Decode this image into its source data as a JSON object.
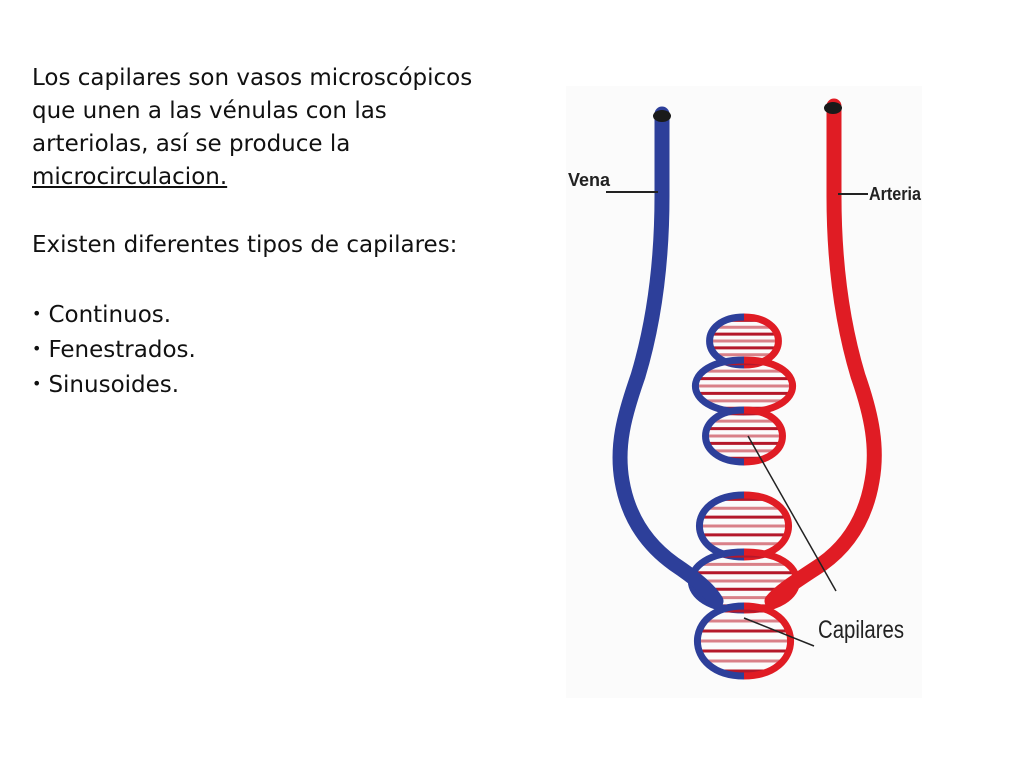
{
  "slide": {
    "intro_lines": [
      "Los capilares son vasos microscópicos",
      "que unen a las vénulas con las",
      "arteriolas, así se produce la",
      "microcirculacion."
    ],
    "types_heading": "Existen diferentes tipos de capilares:",
    "bullet_char": "•",
    "types": [
      "Continuos.",
      "Fenestrados.",
      "Sinusoides."
    ]
  },
  "figure": {
    "label_vein": "Vena",
    "label_artery": "Arteria",
    "label_capillaries": "Capilares",
    "colors": {
      "vein": "#2d3f9a",
      "artery": "#e01c24",
      "capillary": "#b4182a",
      "cap_light": "#d98088",
      "label": "#222222"
    }
  }
}
